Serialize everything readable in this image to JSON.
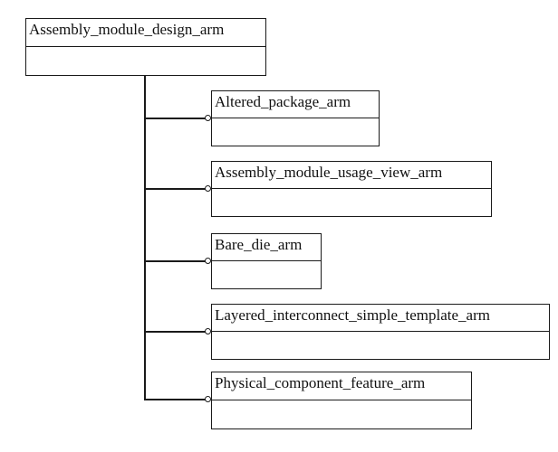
{
  "diagram": {
    "parent": {
      "name": "Assembly_module_design_arm"
    },
    "children": [
      {
        "name": "Altered_package_arm"
      },
      {
        "name": "Assembly_module_usage_view_arm"
      },
      {
        "name": "Bare_die_arm"
      },
      {
        "name": "Layered_interconnect_simple_template_arm"
      },
      {
        "name": "Physical_component_feature_arm"
      }
    ]
  }
}
